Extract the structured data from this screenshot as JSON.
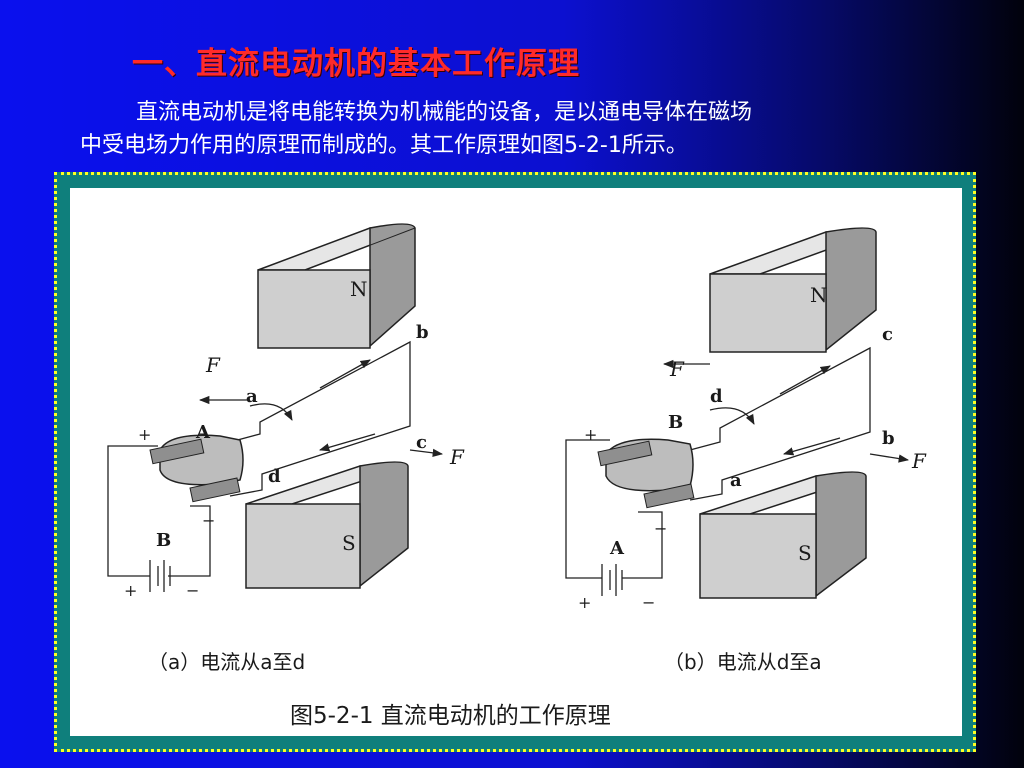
{
  "slide": {
    "title": "一、直流电动机的基本工作原理",
    "paragraph_line1": "直流电动机是将电能转换为机械能的设备，是以通电导体在磁场",
    "paragraph_line2": "中受电场力作用的原理而制成的。其工作原理如图5-2-1所示。"
  },
  "figure": {
    "caption_a": "（a）电流从a至d",
    "caption_b": "（b）电流从d至a",
    "caption_main": "图5-2-1  直流电动机的工作原理",
    "diagram_a": {
      "magnet_top": "N",
      "magnet_bottom": "S",
      "force_left": "F",
      "force_right": "F",
      "coil_a": "a",
      "coil_b": "b",
      "coil_c": "c",
      "coil_d": "d",
      "brush_top": "A",
      "brush_bottom": "B",
      "plus_top": "+",
      "minus": "−",
      "plus_bottom": "+",
      "minus_bottom": "−"
    },
    "diagram_b": {
      "magnet_top": "N",
      "magnet_bottom": "S",
      "force_left": "F",
      "force_right": "F",
      "coil_c": "c",
      "coil_d": "d",
      "coil_b": "b",
      "coil_a": "a",
      "brush_top": "B",
      "brush_bottom": "A",
      "plus_top": "+",
      "minus": "−",
      "plus_bottom": "+",
      "minus_bottom": "−"
    }
  },
  "colors": {
    "title": "#ff2a2a",
    "background": "#0a10ee",
    "frame": "#0f7f7c",
    "frame_border": "#ffff22"
  }
}
